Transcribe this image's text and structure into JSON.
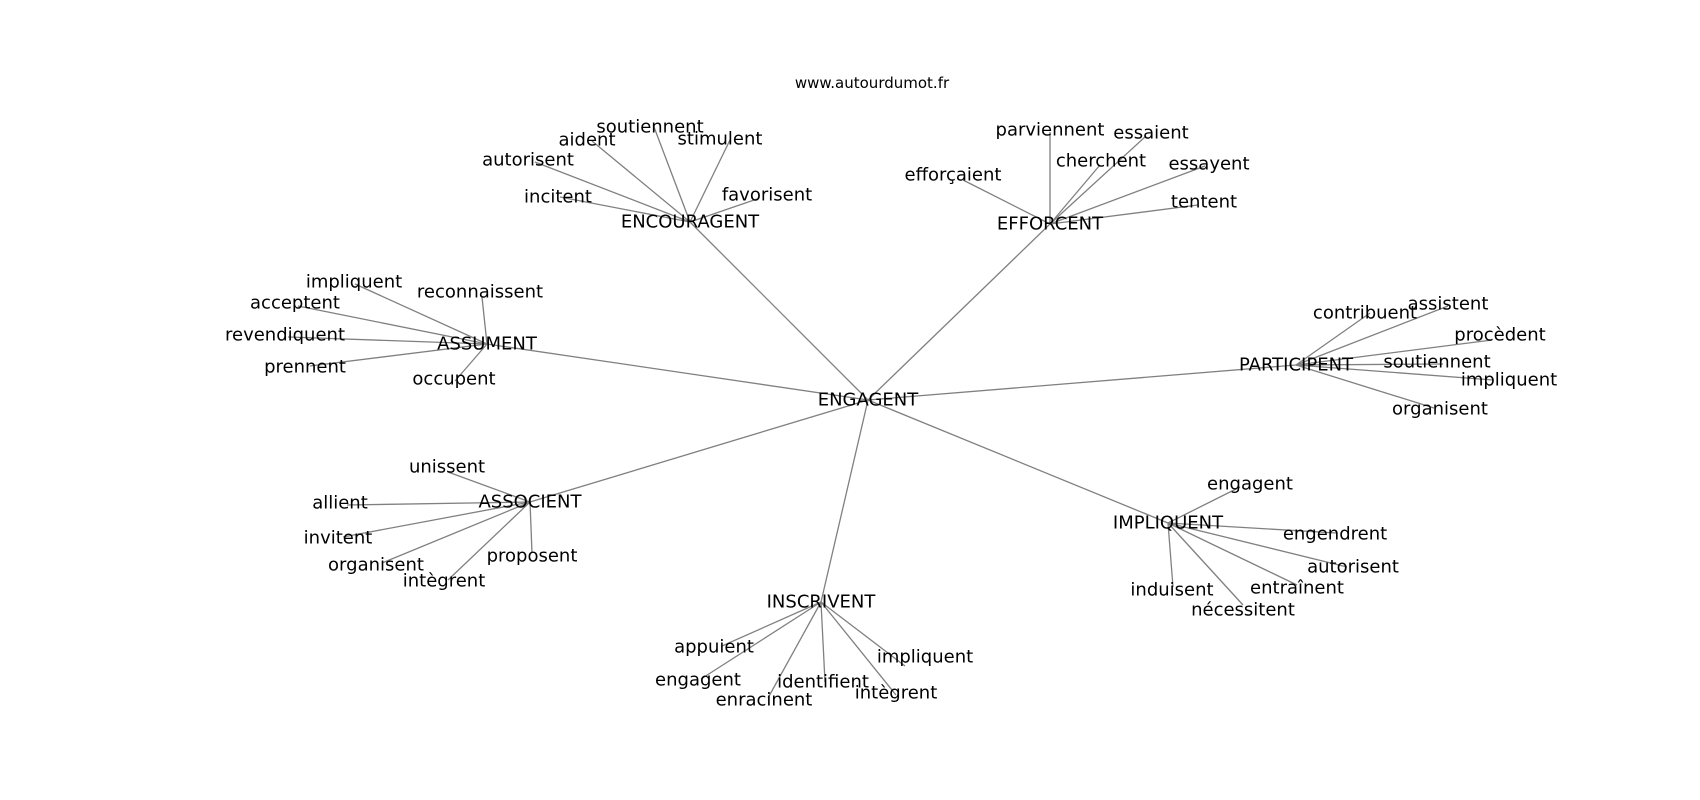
{
  "source": "www.autourdumot.fr",
  "colors": {
    "edge": "#808080",
    "text": "#000000",
    "background": "#ffffff"
  },
  "graph": {
    "center": "ENGAGENT",
    "groups": [
      {
        "hub": "ENCOURAGENT",
        "leaves": [
          "soutiennent",
          "aident",
          "stimulent",
          "autorisent",
          "favorisent",
          "incitent"
        ]
      },
      {
        "hub": "EFFORCENT",
        "leaves": [
          "parviennent",
          "essaient",
          "cherchent",
          "essayent",
          "efforçaient",
          "tentent"
        ]
      },
      {
        "hub": "ASSUMENT",
        "leaves": [
          "impliquent",
          "reconnaissent",
          "acceptent",
          "revendiquent",
          "prennent",
          "occupent"
        ]
      },
      {
        "hub": "PARTICIPENT",
        "leaves": [
          "contribuent",
          "assistent",
          "procèdent",
          "soutiennent",
          "impliquent",
          "organisent"
        ]
      },
      {
        "hub": "ASSOCIENT",
        "leaves": [
          "unissent",
          "allient",
          "invitent",
          "organisent",
          "intègrent",
          "proposent"
        ]
      },
      {
        "hub": "IMPLIQUENT",
        "leaves": [
          "engagent",
          "engendrent",
          "autorisent",
          "entraînent",
          "induisent",
          "nécessitent"
        ]
      },
      {
        "hub": "INSCRIVENT",
        "leaves": [
          "appuient",
          "engagent",
          "impliquent",
          "identifient",
          "enracinent",
          "intègrent"
        ]
      }
    ]
  }
}
